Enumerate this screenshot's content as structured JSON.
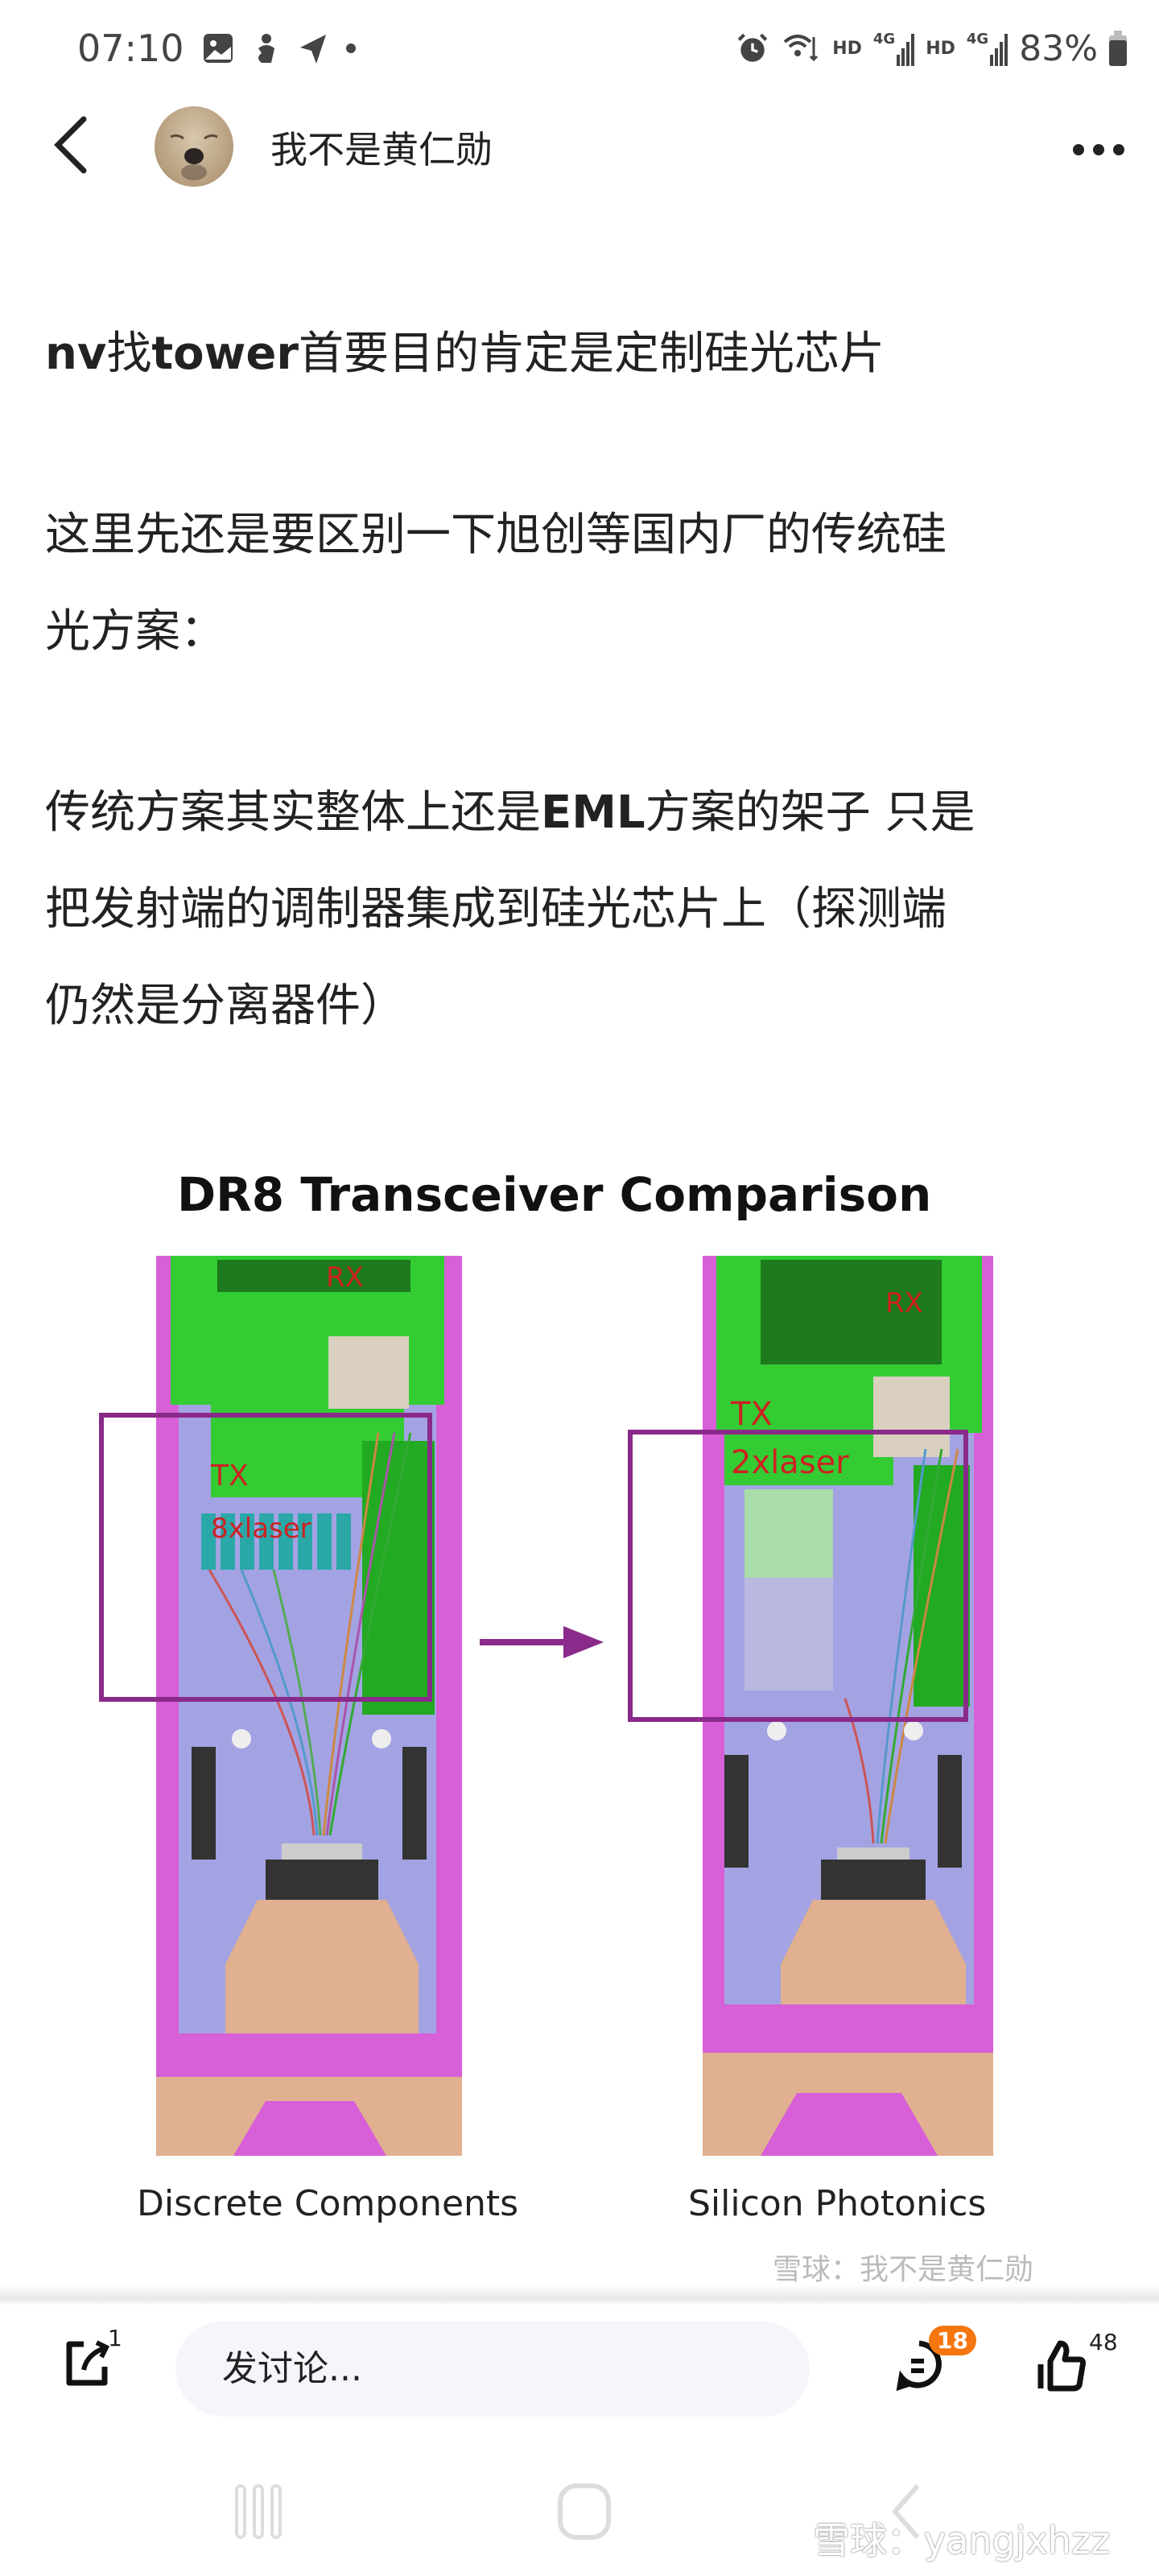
{
  "status_bar": {
    "time": "07:10",
    "left_icons": [
      "gallery-icon",
      "app-notification-icon",
      "telegram-icon",
      "dot-icon"
    ],
    "right_icons": [
      "alarm-icon",
      "wifi-icon",
      "hd-signal-icon",
      "hd-signal-icon",
      "battery-icon"
    ],
    "hd_label": "HD",
    "network_label": "4G",
    "battery": "83%",
    "battery_level": 83
  },
  "header": {
    "back_icon": "chevron-left-icon",
    "user_name": "我不是黄仁勋",
    "more_icon": "more-horizontal-icon"
  },
  "post": {
    "p1": {
      "a": "nv",
      "b": "找",
      "c": "tower",
      "d": "首要目的肯定是定制硅光芯片"
    },
    "p2": {
      "line1": "这里先还是要区别一下旭创等国内厂的传统硅",
      "line2": "光方案："
    },
    "p3": {
      "a": "传统方案其实整体上还是",
      "b": "EML",
      "c": "方案的架子 只是",
      "line2": "把发射端的调制器集成到硅光芯片上（探测端",
      "line3": "仍然是分离器件）"
    }
  },
  "figure": {
    "title": "DR8 Transceiver Comparison",
    "left_label": "Discrete Components",
    "right_label": "Silicon Photonics",
    "left_rx": "RX",
    "left_tx": "TX",
    "left_laser": "8xlaser",
    "right_rx": "RX",
    "right_tx": "TX",
    "right_laser": "2xlaser",
    "watermark": "雪球：我不是黄仁勋",
    "colors": {
      "pcb": "#2ecc2e",
      "housing": "#d75fd7",
      "frame": "#9f9fe0",
      "connector": "#e0b090",
      "highlight": "#8a2a8a"
    }
  },
  "bottom_bar": {
    "share_count": "1",
    "comment_placeholder": "发讨论...",
    "comment_count": "18",
    "like_count": "48",
    "badge_color": "#f5760f"
  },
  "nav_bar": {
    "recents_icon": "recents-icon",
    "home_icon": "home-icon",
    "back_icon": "back-icon",
    "watermark": "雪球：yangjxhzz"
  }
}
